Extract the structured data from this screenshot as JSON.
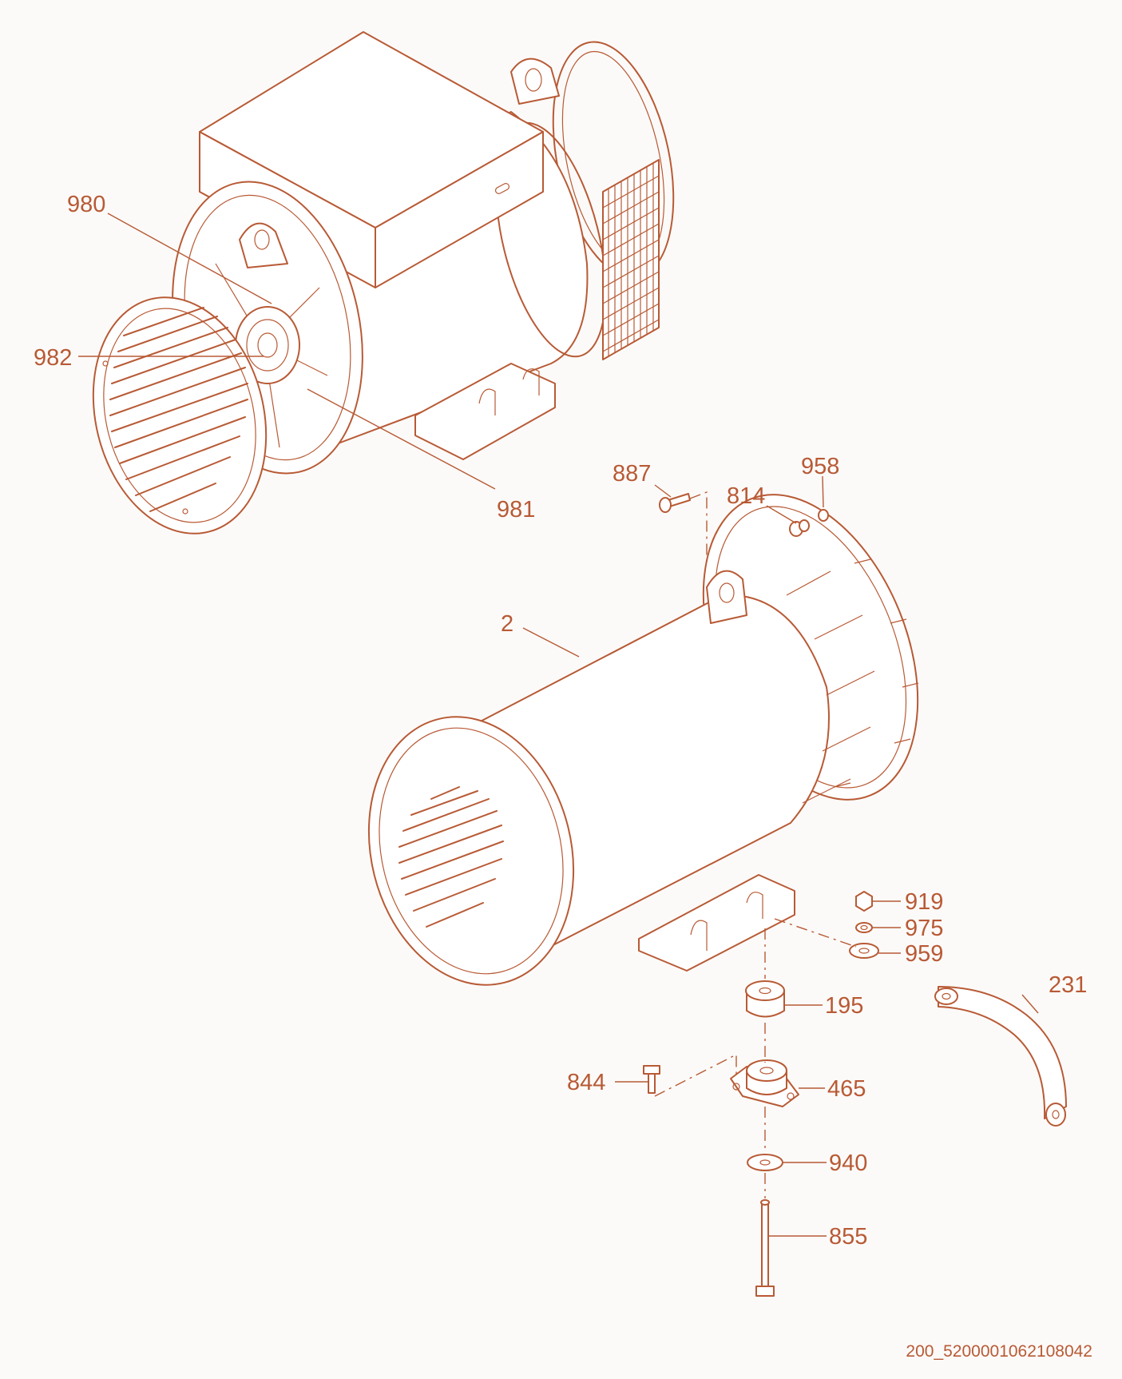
{
  "callouts": [
    {
      "id": "980",
      "label": "980"
    },
    {
      "id": "982",
      "label": "982"
    },
    {
      "id": "981",
      "label": "981"
    },
    {
      "id": "887",
      "label": "887"
    },
    {
      "id": "958",
      "label": "958"
    },
    {
      "id": "814",
      "label": "814"
    },
    {
      "id": "2",
      "label": "2"
    },
    {
      "id": "919",
      "label": "919"
    },
    {
      "id": "975",
      "label": "975"
    },
    {
      "id": "959",
      "label": "959"
    },
    {
      "id": "231",
      "label": "231"
    },
    {
      "id": "195",
      "label": "195"
    },
    {
      "id": "844",
      "label": "844"
    },
    {
      "id": "465",
      "label": "465"
    },
    {
      "id": "940",
      "label": "940"
    },
    {
      "id": "855",
      "label": "855"
    }
  ],
  "drawing_code": "200_5200001062108042",
  "colors": {
    "line": "#b85a35",
    "background": "#fbfaf8"
  }
}
